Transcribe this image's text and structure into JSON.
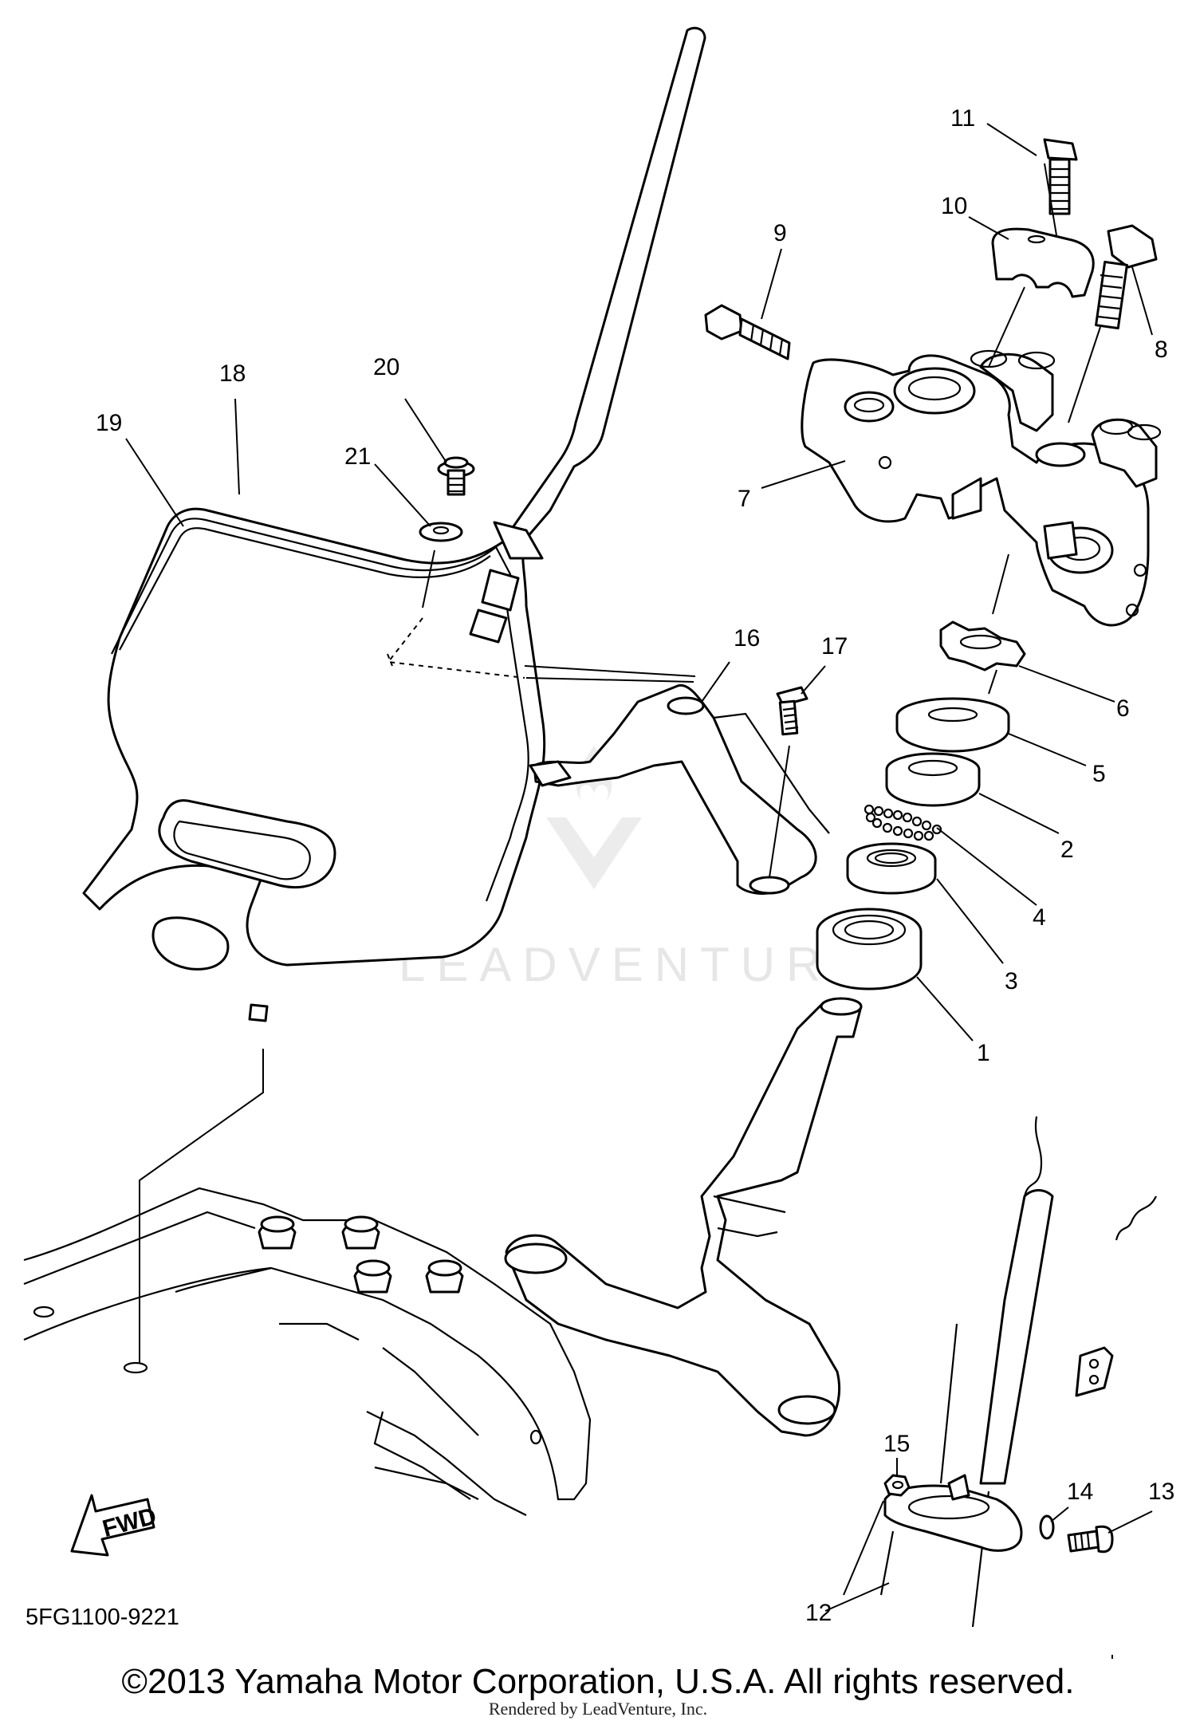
{
  "diagram": {
    "callouts": [
      "1",
      "2",
      "3",
      "4",
      "5",
      "6",
      "7",
      "8",
      "9",
      "10",
      "11",
      "12",
      "13",
      "14",
      "15",
      "16",
      "17",
      "18",
      "19",
      "20",
      "21"
    ],
    "fwd_label": "FWD",
    "diagram_code": "5FG1100-9221",
    "copyright": "©2013 Yamaha Motor Corporation, U.S.A. All rights reserved.",
    "rendered_by": "Rendered by LeadVenture, Inc.",
    "watermark": "LEADVENTURE"
  }
}
